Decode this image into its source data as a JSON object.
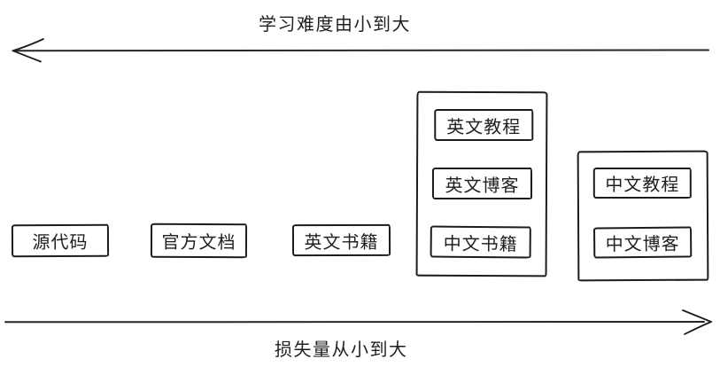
{
  "diagram": {
    "title_context": "learning-resources-difficulty-vs-loss",
    "top_axis": {
      "label": "学习难度由小到大",
      "direction": "left"
    },
    "bottom_axis": {
      "label": "损失量从小到大",
      "direction": "right"
    },
    "standalone_items": [
      {
        "label": "源代码"
      },
      {
        "label": "官方文档"
      },
      {
        "label": "英文书籍"
      }
    ],
    "groups": [
      {
        "items": [
          {
            "label": "英文教程"
          },
          {
            "label": "英文博客"
          },
          {
            "label": "中文书籍"
          }
        ]
      },
      {
        "items": [
          {
            "label": "中文教程"
          },
          {
            "label": "中文博客"
          }
        ]
      }
    ],
    "colors": {
      "stroke": "#1c1c1c",
      "text": "#1f1f1f",
      "background": "#ffffff"
    }
  }
}
